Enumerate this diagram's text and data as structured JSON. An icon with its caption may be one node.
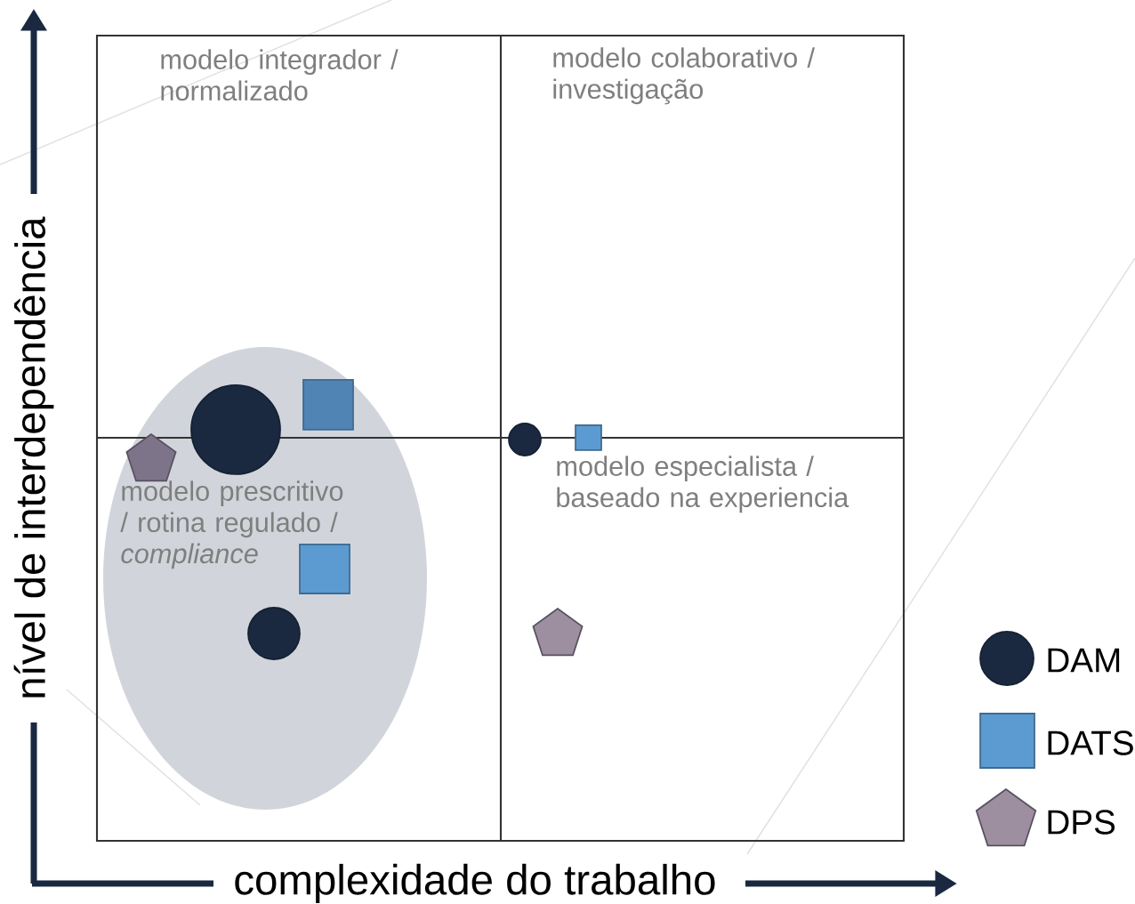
{
  "diagram": {
    "labels": [
      "modelo integrador / normalizado",
      "modelo colaborativo / investigação",
      "modelo prescritivo / rotina regulado / *compliance*",
      "modelo especialista / baseado na experiencia",
      "nível de interdependência",
      "complexidade do trabalho"
    ],
    "legend": [
      {
        "text": "DAM"
      },
      {
        "text": "DATS"
      },
      {
        "text": "DPS"
      }
    ]
  }
}
